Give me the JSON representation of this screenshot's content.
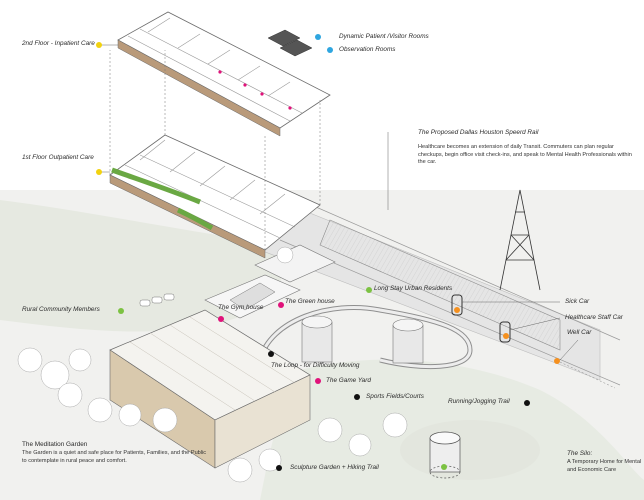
{
  "legend": {
    "dynamic_rooms": "Dynamic Patient /Visitor Rooms",
    "observation_rooms": "Observation Rooms"
  },
  "floors": {
    "second": "2nd Floor  - Inpatient Care",
    "first": "1st Floor Outpatient Care"
  },
  "rail": {
    "title": "The Proposed Dallas Houston Speerd Rail",
    "body": "Healthcare becomes an extension of daily Transit. Commuters can plan regular checkups, begin office visit check-ins, and speak to Mental Health Professionals within the car."
  },
  "labels": {
    "rural": "Rural Community Members",
    "gym": "The Gym house",
    "green": "The Green house",
    "long_stay": "Long Stay Urban Residents",
    "sick_car": "Sick Car",
    "staff_car": "Healthcare Staff Car",
    "well_car": "Well Car",
    "loop": "The Loop - for Difficulty Moving",
    "game_yard": "The Game Yard",
    "sports": "Sports Fields/Courts",
    "running": "Running/Jogging Trail",
    "sculpture": "Sculpture Garden + Hiking Trail"
  },
  "meditation": {
    "title": "The Meditation Garden",
    "body": "The Garden is a quiet and safe place for Patients, Families, and the Public to contemplate in rural peace and comfort."
  },
  "silo": {
    "title": "The Silo:",
    "body": "A Temporary Home for Mental and Economic Care"
  },
  "colors": {
    "blue": "#2fa6e0",
    "yellow": "#f2d20f",
    "green": "#7cc242",
    "magenta": "#e0127a",
    "orange": "#f5901e",
    "black": "#111111"
  }
}
